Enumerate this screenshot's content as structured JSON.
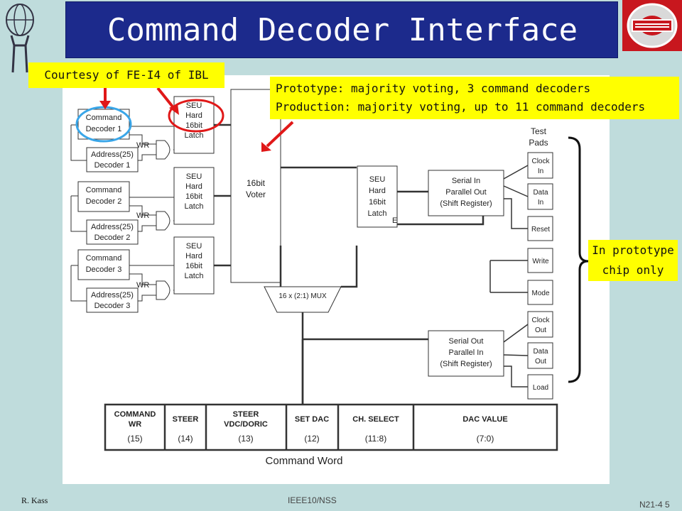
{
  "slide": {
    "title": "Command Decoder Interface",
    "footer_author": "R. Kass",
    "footer_conference": "IEEE10/NSS",
    "footer_page": "N21-4  5"
  },
  "callouts": {
    "courtesy": "Courtesy of FE-I4 of IBL",
    "prototype_line1": "Prototype: majority voting, 3 command decoders",
    "production_line2": "Production: majority voting, up to 11 command decoders",
    "in_prototype_line1": "In prototype",
    "in_prototype_line2": "chip only"
  },
  "diagram": {
    "decoders": [
      {
        "cmd1": "Command",
        "cmd2": "Decoder 1",
        "addr1": "Address(25)",
        "addr2": "Decoder 1"
      },
      {
        "cmd1": "Command",
        "cmd2": "Decoder 2",
        "addr1": "Address(25)",
        "addr2": "Decoder 2"
      },
      {
        "cmd1": "Command",
        "cmd2": "Decoder 3",
        "addr1": "Address(25)",
        "addr2": "Decoder 3"
      }
    ],
    "wr_label": "WR",
    "e_label": "E",
    "latch": [
      "SEU",
      "Hard",
      "16bit",
      "Latch"
    ],
    "voter": [
      "16bit",
      "Voter"
    ],
    "mux": "16 x (2:1) MUX",
    "shift_in": [
      "Serial In",
      "Parallel Out",
      "(Shift Register)"
    ],
    "shift_out": [
      "Serial Out",
      "Parallel In",
      "(Shift Register)"
    ],
    "test_pads_title": [
      "Test",
      "Pads"
    ],
    "pads": [
      [
        "Clock",
        "In"
      ],
      [
        "Data",
        "In"
      ],
      [
        "Reset"
      ],
      [
        "Write"
      ],
      [
        "Mode"
      ],
      [
        "Clock",
        "Out"
      ],
      [
        "Data",
        "Out"
      ],
      [
        "Load"
      ]
    ],
    "command_word_label": "Command Word",
    "fields": [
      {
        "name1": "COMMAND",
        "name2": "WR",
        "bits": "(15)"
      },
      {
        "name1": "STEER",
        "name2": "",
        "bits": "(14)"
      },
      {
        "name1": "STEER",
        "name2": "VDC/DORIC",
        "bits": "(13)"
      },
      {
        "name1": "SET DAC",
        "name2": "",
        "bits": "(12)"
      },
      {
        "name1": "CH. SELECT",
        "name2": "",
        "bits": "(11:8)"
      },
      {
        "name1": "DAC VALUE",
        "name2": "",
        "bits": "(7:0)"
      }
    ]
  },
  "colors": {
    "title_bar": "#1c2a8c",
    "callout": "#ffff00",
    "highlight_blue": "#3aa6e8",
    "highlight_red": "#e01818",
    "arrow": "#e01818",
    "logo_red": "#c8171e"
  }
}
